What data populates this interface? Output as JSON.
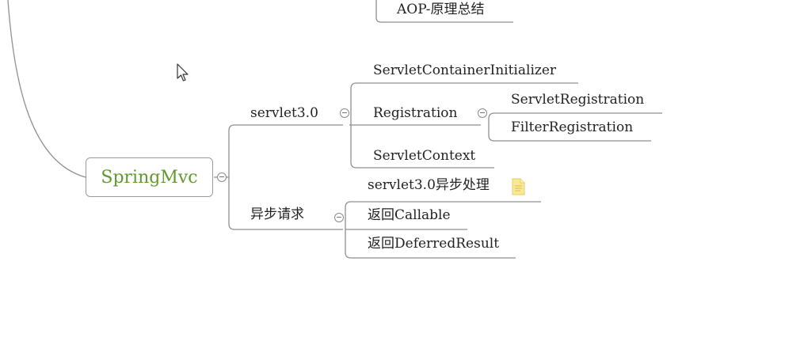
{
  "colors": {
    "root_text": "#5f9a2d",
    "line": "#9a9a9a",
    "note": "#f7e38a"
  },
  "nodes": {
    "top": "AOP-原理总结",
    "root": "SpringMvc",
    "servlet30": "servlet3.0",
    "servlet_container_initializer": "ServletContainerInitializer",
    "registration": "Registration",
    "servlet_registration": "ServletRegistration",
    "filter_registration": "FilterRegistration",
    "servlet_context": "ServletContext",
    "async": "异步请求",
    "servlet30_async": "servlet3.0异步处理",
    "return_callable": "返回Callable",
    "return_deferred": "返回DeferredResult"
  },
  "icons": {
    "collapse": "collapse-toggle-icon",
    "note": "note-icon",
    "cursor": "mouse-cursor-icon"
  }
}
